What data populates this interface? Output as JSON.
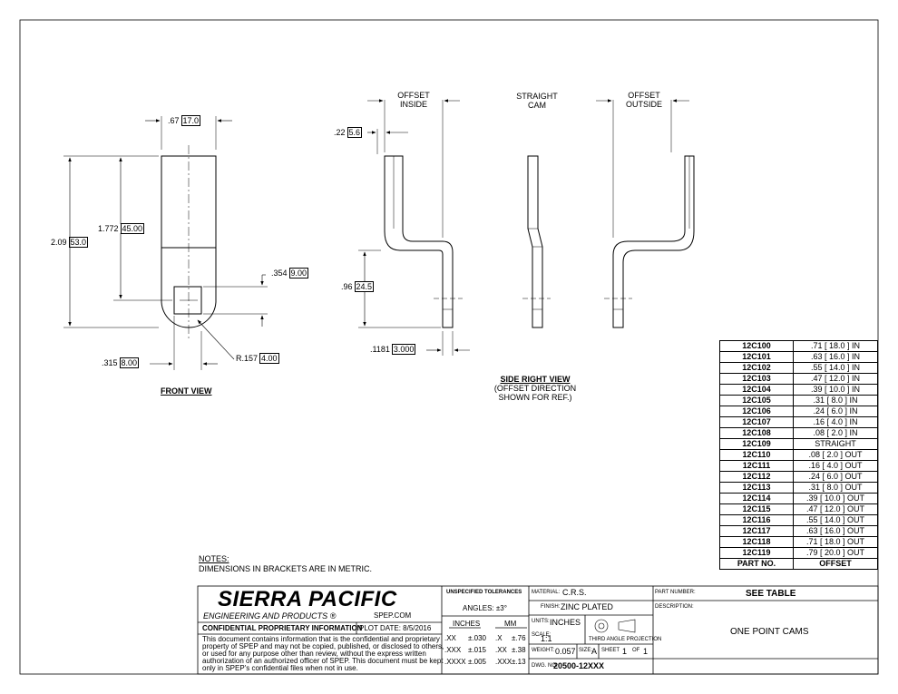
{
  "front_view": {
    "title": "FRONT VIEW",
    "dim_width": ".67",
    "dim_width_mm": "17.0",
    "dim_overall": "2.09",
    "dim_overall_mm": "53.0",
    "dim_hole_pos": "1.772",
    "dim_hole_pos_mm": "45.00",
    "dim_hole": ".354",
    "dim_hole_mm": "9.00",
    "dim_hole_offset": ".315",
    "dim_hole_offset_mm": "8.00",
    "dim_radius": "R.157",
    "dim_radius_mm": "4.00"
  },
  "side_view": {
    "title": "SIDE RIGHT VIEW",
    "note_line1": "(OFFSET DIRECTION",
    "note_line2": "SHOWN FOR REF.)",
    "label_inside_1": "OFFSET",
    "label_inside_2": "INSIDE",
    "label_straight_1": "STRAIGHT",
    "label_straight_2": "CAM",
    "label_outside_1": "OFFSET",
    "label_outside_2": "OUTSIDE",
    "dim_offset": ".22",
    "dim_offset_mm": "5.6",
    "dim_lower": ".96",
    "dim_lower_mm": "24.5",
    "dim_thick": ".1181",
    "dim_thick_mm": "3.000"
  },
  "parts_table": {
    "rows": [
      {
        "part": "12C100",
        "offset": ".71 [ 18.0 ] IN"
      },
      {
        "part": "12C101",
        "offset": ".63 [ 16.0 ] IN"
      },
      {
        "part": "12C102",
        "offset": ".55 [ 14.0 ] IN"
      },
      {
        "part": "12C103",
        "offset": ".47 [ 12.0 ] IN"
      },
      {
        "part": "12C104",
        "offset": ".39 [ 10.0 ] IN"
      },
      {
        "part": "12C105",
        "offset": ".31 [ 8.0 ] IN"
      },
      {
        "part": "12C106",
        "offset": ".24 [ 6.0 ] IN"
      },
      {
        "part": "12C107",
        "offset": ".16 [ 4.0 ] IN"
      },
      {
        "part": "12C108",
        "offset": ".08 [ 2.0 ] IN"
      },
      {
        "part": "12C109",
        "offset": "STRAIGHT"
      },
      {
        "part": "12C110",
        "offset": ".08 [ 2.0 ] OUT"
      },
      {
        "part": "12C111",
        "offset": ".16 [ 4.0 ] OUT"
      },
      {
        "part": "12C112",
        "offset": ".24 [ 6.0 ] OUT"
      },
      {
        "part": "12C113",
        "offset": ".31 [ 8.0 ] OUT"
      },
      {
        "part": "12C114",
        "offset": ".39 [ 10.0 ] OUT"
      },
      {
        "part": "12C115",
        "offset": ".47 [ 12.0 ] OUT"
      },
      {
        "part": "12C116",
        "offset": ".55 [ 14.0 ] OUT"
      },
      {
        "part": "12C117",
        "offset": ".63 [ 16.0 ] OUT"
      },
      {
        "part": "12C118",
        "offset": ".71 [ 18.0 ] OUT"
      },
      {
        "part": "12C119",
        "offset": ".79 [ 20.0 ] OUT"
      }
    ],
    "header_part": "PART NO.",
    "header_offset": "OFFSET"
  },
  "notes": {
    "heading": "NOTES:",
    "line1": "DIMENSIONS IN BRACKETS ARE IN METRIC."
  },
  "title_block": {
    "company": "SIERRA PACIFIC",
    "company_sub": "ENGINEERING AND PRODUCTS",
    "registered": "®",
    "website": "SPEP.COM",
    "confidential_heading": "CONFIDENTIAL PROPRIETARY INFORMATION",
    "plot_date_label": "PLOT DATE:",
    "plot_date": "8/5/2016",
    "confidential_text": [
      "This document contains information that is the confidential and proprietary",
      "property of SPEP and may not be copied, published, or disclosed to others,",
      "or used for any purpose  other than review, without the express written",
      "authorization of an authorized officer of SPEP. This document must be kept",
      "only in SPEP's confidential files when not in use."
    ],
    "tol_heading": "UNSPECIFIED TOLERANCES",
    "angles": "ANGLES: ±3°",
    "inches_label": "INCHES",
    "mm_label": "MM",
    "tol_rows": [
      {
        "in_fmt": ".XX",
        "in_tol": "±.030",
        "mm_fmt": ".X",
        "mm_tol": "±.76"
      },
      {
        "in_fmt": ".XXX",
        "in_tol": "±.015",
        "mm_fmt": ".XX",
        "mm_tol": "±.38"
      },
      {
        "in_fmt": ".XXXX",
        "in_tol": "±.005",
        "mm_fmt": ".XXX",
        "mm_tol": "±.13"
      }
    ],
    "material_label": "MATERIAL:",
    "material": "C.R.S.",
    "finish_label": "FINISH:",
    "finish": "ZINC PLATED",
    "units_label": "UNITS:",
    "units": "INCHES",
    "projection_label": "THIRD ANGLE PROJECTION",
    "scale_label": "SCALE:",
    "scale": "1:1",
    "weight_label": "WEIGHT:",
    "weight": "0.057",
    "size_label": "SIZE:",
    "size": "A",
    "sheet_label": "SHEET",
    "sheet": "1",
    "of_label": "OF",
    "sheet_total": "1",
    "dwg_label": "DWG. NO.",
    "dwg_no": "20500-12XXX",
    "part_number_label": "PART NUMBER:",
    "part_number": "SEE TABLE",
    "description_label": "DESCRIPTION:",
    "description": "ONE POINT CAMS"
  }
}
